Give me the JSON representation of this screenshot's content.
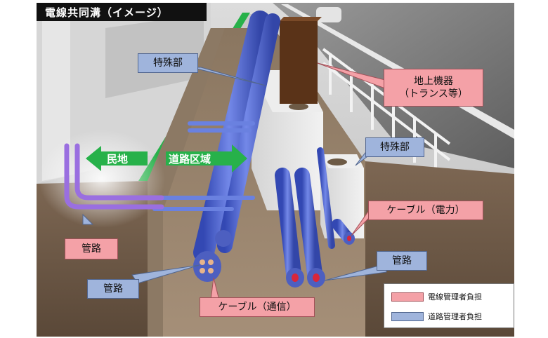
{
  "title": "電線共同溝（イメージ）",
  "labels": {
    "special_part_top": "特殊部",
    "special_part_right": "特殊部",
    "ground_equipment_line1": "地上機器",
    "ground_equipment_line2": "（トランス等）",
    "private_land": "民地",
    "road_area": "道路区域",
    "conduit_left": "管路",
    "conduit_lower": "管路",
    "conduit_right": "管路",
    "cable_power": "ケーブル（電力）",
    "cable_comm": "ケーブル（通信）"
  },
  "legend": [
    {
      "label": "電線管理者負担",
      "color": "#f4a1a7"
    },
    {
      "label": "道路管理者負担",
      "color": "#9fb4dc"
    }
  ],
  "colors": {
    "pipe_blue": "#5c73d6",
    "pipe_violet": "#9a6fe0",
    "cable_red": "#d9263a",
    "green_band": "#27b14a",
    "soil": "#6e5a48",
    "equipment": "#5a3318"
  }
}
